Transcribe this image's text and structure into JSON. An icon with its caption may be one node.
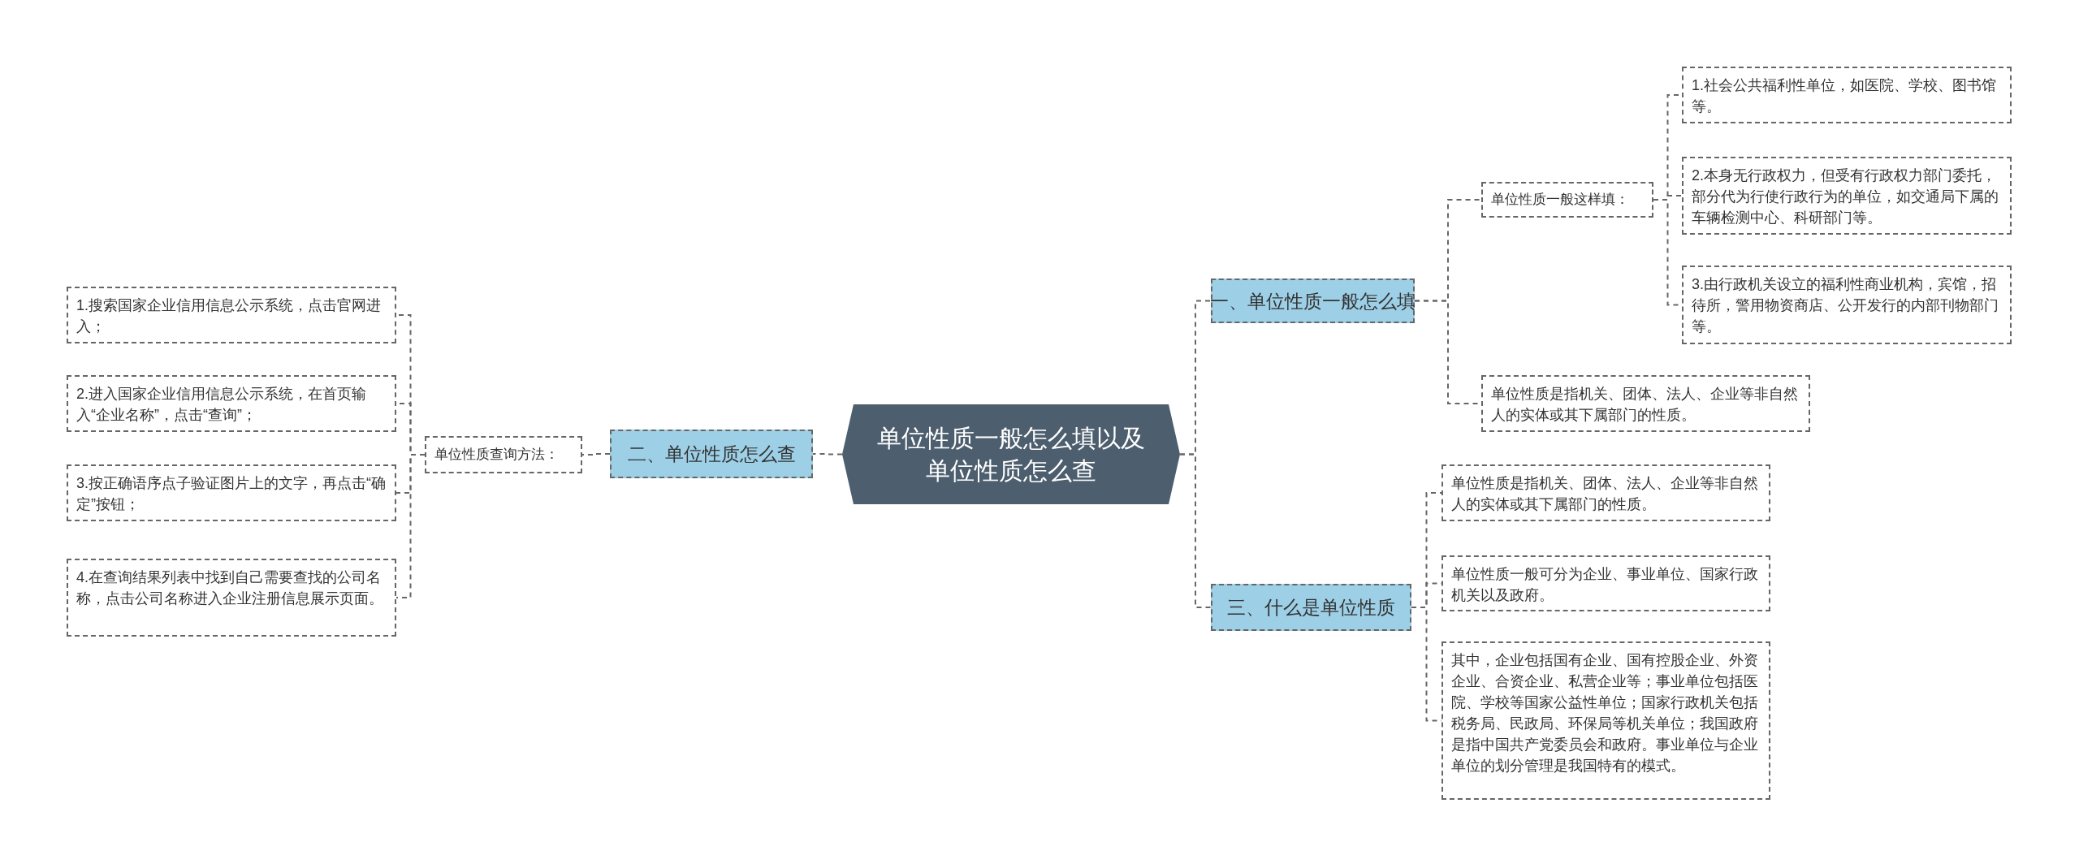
{
  "diagram": {
    "nodes": [
      {
        "text": [
          "单位性质一般怎么填以及单位性质怎么查"
        ]
      },
      {
        "text": [
          "一、单位性质一般怎么填"
        ]
      },
      {
        "text": [
          "单位性质一般这样填："
        ]
      },
      {
        "text": [
          "1.社会公共福利性单位，如医院、学校、图书馆等。"
        ]
      },
      {
        "text": [
          "2.本身无行政权力，但受有行政权力部门委托，部分代为行使行政行为的单位，如交通局下属的车辆检测中心、科研部门等。"
        ]
      },
      {
        "text": [
          "3.由行政机关设立的福利性商业机构，宾馆，招待所，警用物资商店、公开发行的内部刊物部门等。"
        ]
      },
      {
        "text": [
          "单位性质是指机关、团体、法人、企业等非自然人的实体或其下属部门的性质。"
        ]
      },
      {
        "text": [
          "二、单位性质怎么查"
        ]
      },
      {
        "text": [
          "单位性质查询方法："
        ]
      },
      {
        "text": [
          "1.搜索国家企业信用信息公示系统，点击官网进入；"
        ]
      },
      {
        "text": [
          "2.进入国家企业信用信息公示系统，在首页输入“企业名称”，点击“查询”；"
        ]
      },
      {
        "text": [
          "3.按正确语序点子验证图片上的文字，再点击“确定”按钮；"
        ]
      },
      {
        "text": [
          "4.在查询结果列表中找到自己需要查找的公司名称，点击公司名称进入企业注册信息展示页面。"
        ]
      },
      {
        "text": [
          "三、什么是单位性质"
        ]
      },
      {
        "text": [
          "单位性质是指机关、团体、法人、企业等非自然人的实体或其下属部门的性质。"
        ]
      },
      {
        "text": [
          "单位性质一般可分为企业、事业单位、国家行政机关以及政府。"
        ]
      },
      {
        "text": [
          "其中，企业包括国有企业、国有控股企业、外资企业、合资企业、私营企业等；事业单位包括医院、学校等国家公益性单位；国家行政机关包括税务局、民政局、环保局等机关单位；我国政府是指中国共产党委员会和政府。事业单位与企业单位的划分管理是我国特有的模式。"
        ]
      }
    ],
    "edges": [
      {
        "from": 0,
        "to": 1,
        "arrow": "none",
        "style": "dashed"
      },
      {
        "from": 0,
        "to": 7,
        "arrow": "none",
        "style": "dashed"
      },
      {
        "from": 0,
        "to": 13,
        "arrow": "none",
        "style": "dashed"
      },
      {
        "from": 1,
        "to": 2,
        "arrow": "none",
        "style": "dashed"
      },
      {
        "from": 1,
        "to": 6,
        "arrow": "none",
        "style": "dashed"
      },
      {
        "from": 2,
        "to": 3,
        "arrow": "none",
        "style": "dashed"
      },
      {
        "from": 2,
        "to": 4,
        "arrow": "none",
        "style": "dashed"
      },
      {
        "from": 2,
        "to": 5,
        "arrow": "none",
        "style": "dashed"
      },
      {
        "from": 7,
        "to": 8,
        "arrow": "none",
        "style": "dashed"
      },
      {
        "from": 8,
        "to": 9,
        "arrow": "none",
        "style": "dashed"
      },
      {
        "from": 8,
        "to": 10,
        "arrow": "none",
        "style": "dashed"
      },
      {
        "from": 8,
        "to": 11,
        "arrow": "none",
        "style": "dashed"
      },
      {
        "from": 8,
        "to": 12,
        "arrow": "none",
        "style": "dashed"
      },
      {
        "from": 13,
        "to": 14,
        "arrow": "none",
        "style": "dashed"
      },
      {
        "from": 13,
        "to": 15,
        "arrow": "none",
        "style": "dashed"
      },
      {
        "from": 13,
        "to": 16,
        "arrow": "none",
        "style": "dashed"
      }
    ]
  }
}
